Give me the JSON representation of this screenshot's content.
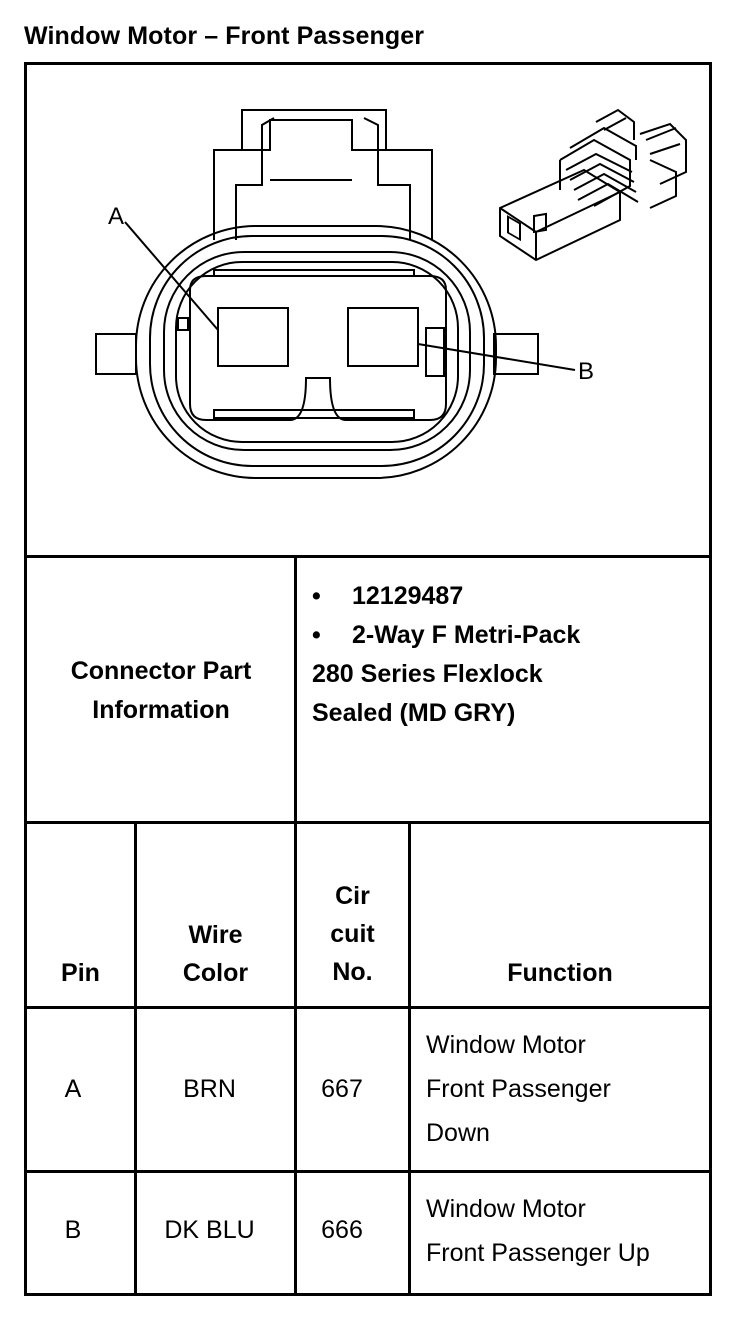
{
  "title": "Window Motor – Front Passenger",
  "diagram": {
    "pin_labels": [
      "A",
      "B"
    ]
  },
  "connector_info": {
    "label_lines": [
      "Connector Part",
      "Information"
    ],
    "bullets": [
      "12129487",
      "2-Way F Metri-Pack"
    ],
    "continuation_lines": [
      "280 Series Flexlock",
      "Sealed (MD GRY)"
    ]
  },
  "table": {
    "headers": {
      "pin": "Pin",
      "wire_color": [
        "Wire",
        "Color"
      ],
      "circuit": [
        "Cir",
        "cuit",
        "No."
      ],
      "function": "Function"
    },
    "rows": [
      {
        "pin": "A",
        "wire_color": "BRN",
        "circuit": "667",
        "function": [
          "Window Motor",
          "Front Passenger",
          "Down"
        ]
      },
      {
        "pin": "B",
        "wire_color": "DK BLU",
        "circuit": "666",
        "function": [
          "Window Motor",
          "Front Passenger Up"
        ]
      }
    ]
  }
}
